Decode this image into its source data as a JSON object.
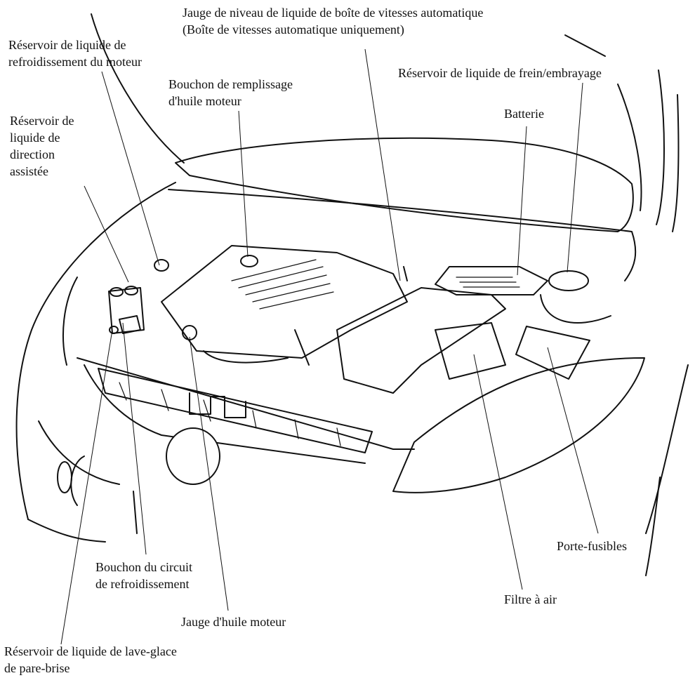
{
  "diagram": {
    "labels": {
      "atf_dipstick": [
        "Jauge de niveau de liquide de boîte de vitesses automatique",
        "(Boîte de vitesses automatique uniquement)"
      ],
      "coolant_reservoir": [
        "Réservoir de liquide de",
        "refroidissement du moteur"
      ],
      "brake_reservoir": [
        "Réservoir de liquide de frein/embrayage"
      ],
      "oil_filler_cap": [
        "Bouchon de remplissage",
        "d'huile moteur"
      ],
      "power_steering_reservoir": [
        "Réservoir de",
        "liquide de",
        "direction",
        "assistée"
      ],
      "battery": [
        "Batterie"
      ],
      "fuse_box": [
        "Porte-fusibles"
      ],
      "radiator_cap": [
        "Bouchon du circuit",
        "de refroidissement"
      ],
      "air_filter": [
        "Filtre à air"
      ],
      "oil_dipstick": [
        "Jauge d'huile moteur"
      ],
      "washer_reservoir": [
        "Réservoir de liquide de lave-glace",
        "de pare-brise"
      ]
    }
  }
}
